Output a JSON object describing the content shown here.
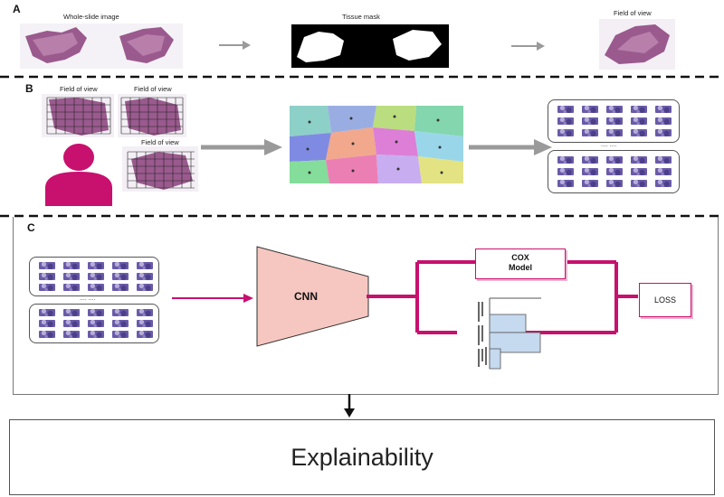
{
  "panel_a": {
    "letter": "A",
    "wsi_caption": "Whole-slide image",
    "mask_caption": "Tissue mask",
    "fov_caption": "Field of view"
  },
  "panel_b": {
    "letter": "B",
    "fov_caption_1": "Field of view",
    "fov_caption_2": "Field of view",
    "fov_caption_3": "Field of view",
    "ellipsis": "....  ...."
  },
  "panel_c": {
    "letter": "C",
    "ellipsis": "....  ....",
    "cnn_label": "CNN",
    "cox_label_1": "COX",
    "cox_label_2": "Model",
    "loss_label": "LOSS"
  },
  "explainability_label": "Explainability",
  "colors": {
    "magenta": "#c8106e",
    "cnn_fill": "#f6c7c0",
    "arrow_gray": "#9a9a9a",
    "tile": "#6a5aa8",
    "histogram_fill": "#c5d9ef"
  },
  "icons": [
    "person-icon",
    "arrow-right-icon",
    "arrow-down-icon"
  ]
}
